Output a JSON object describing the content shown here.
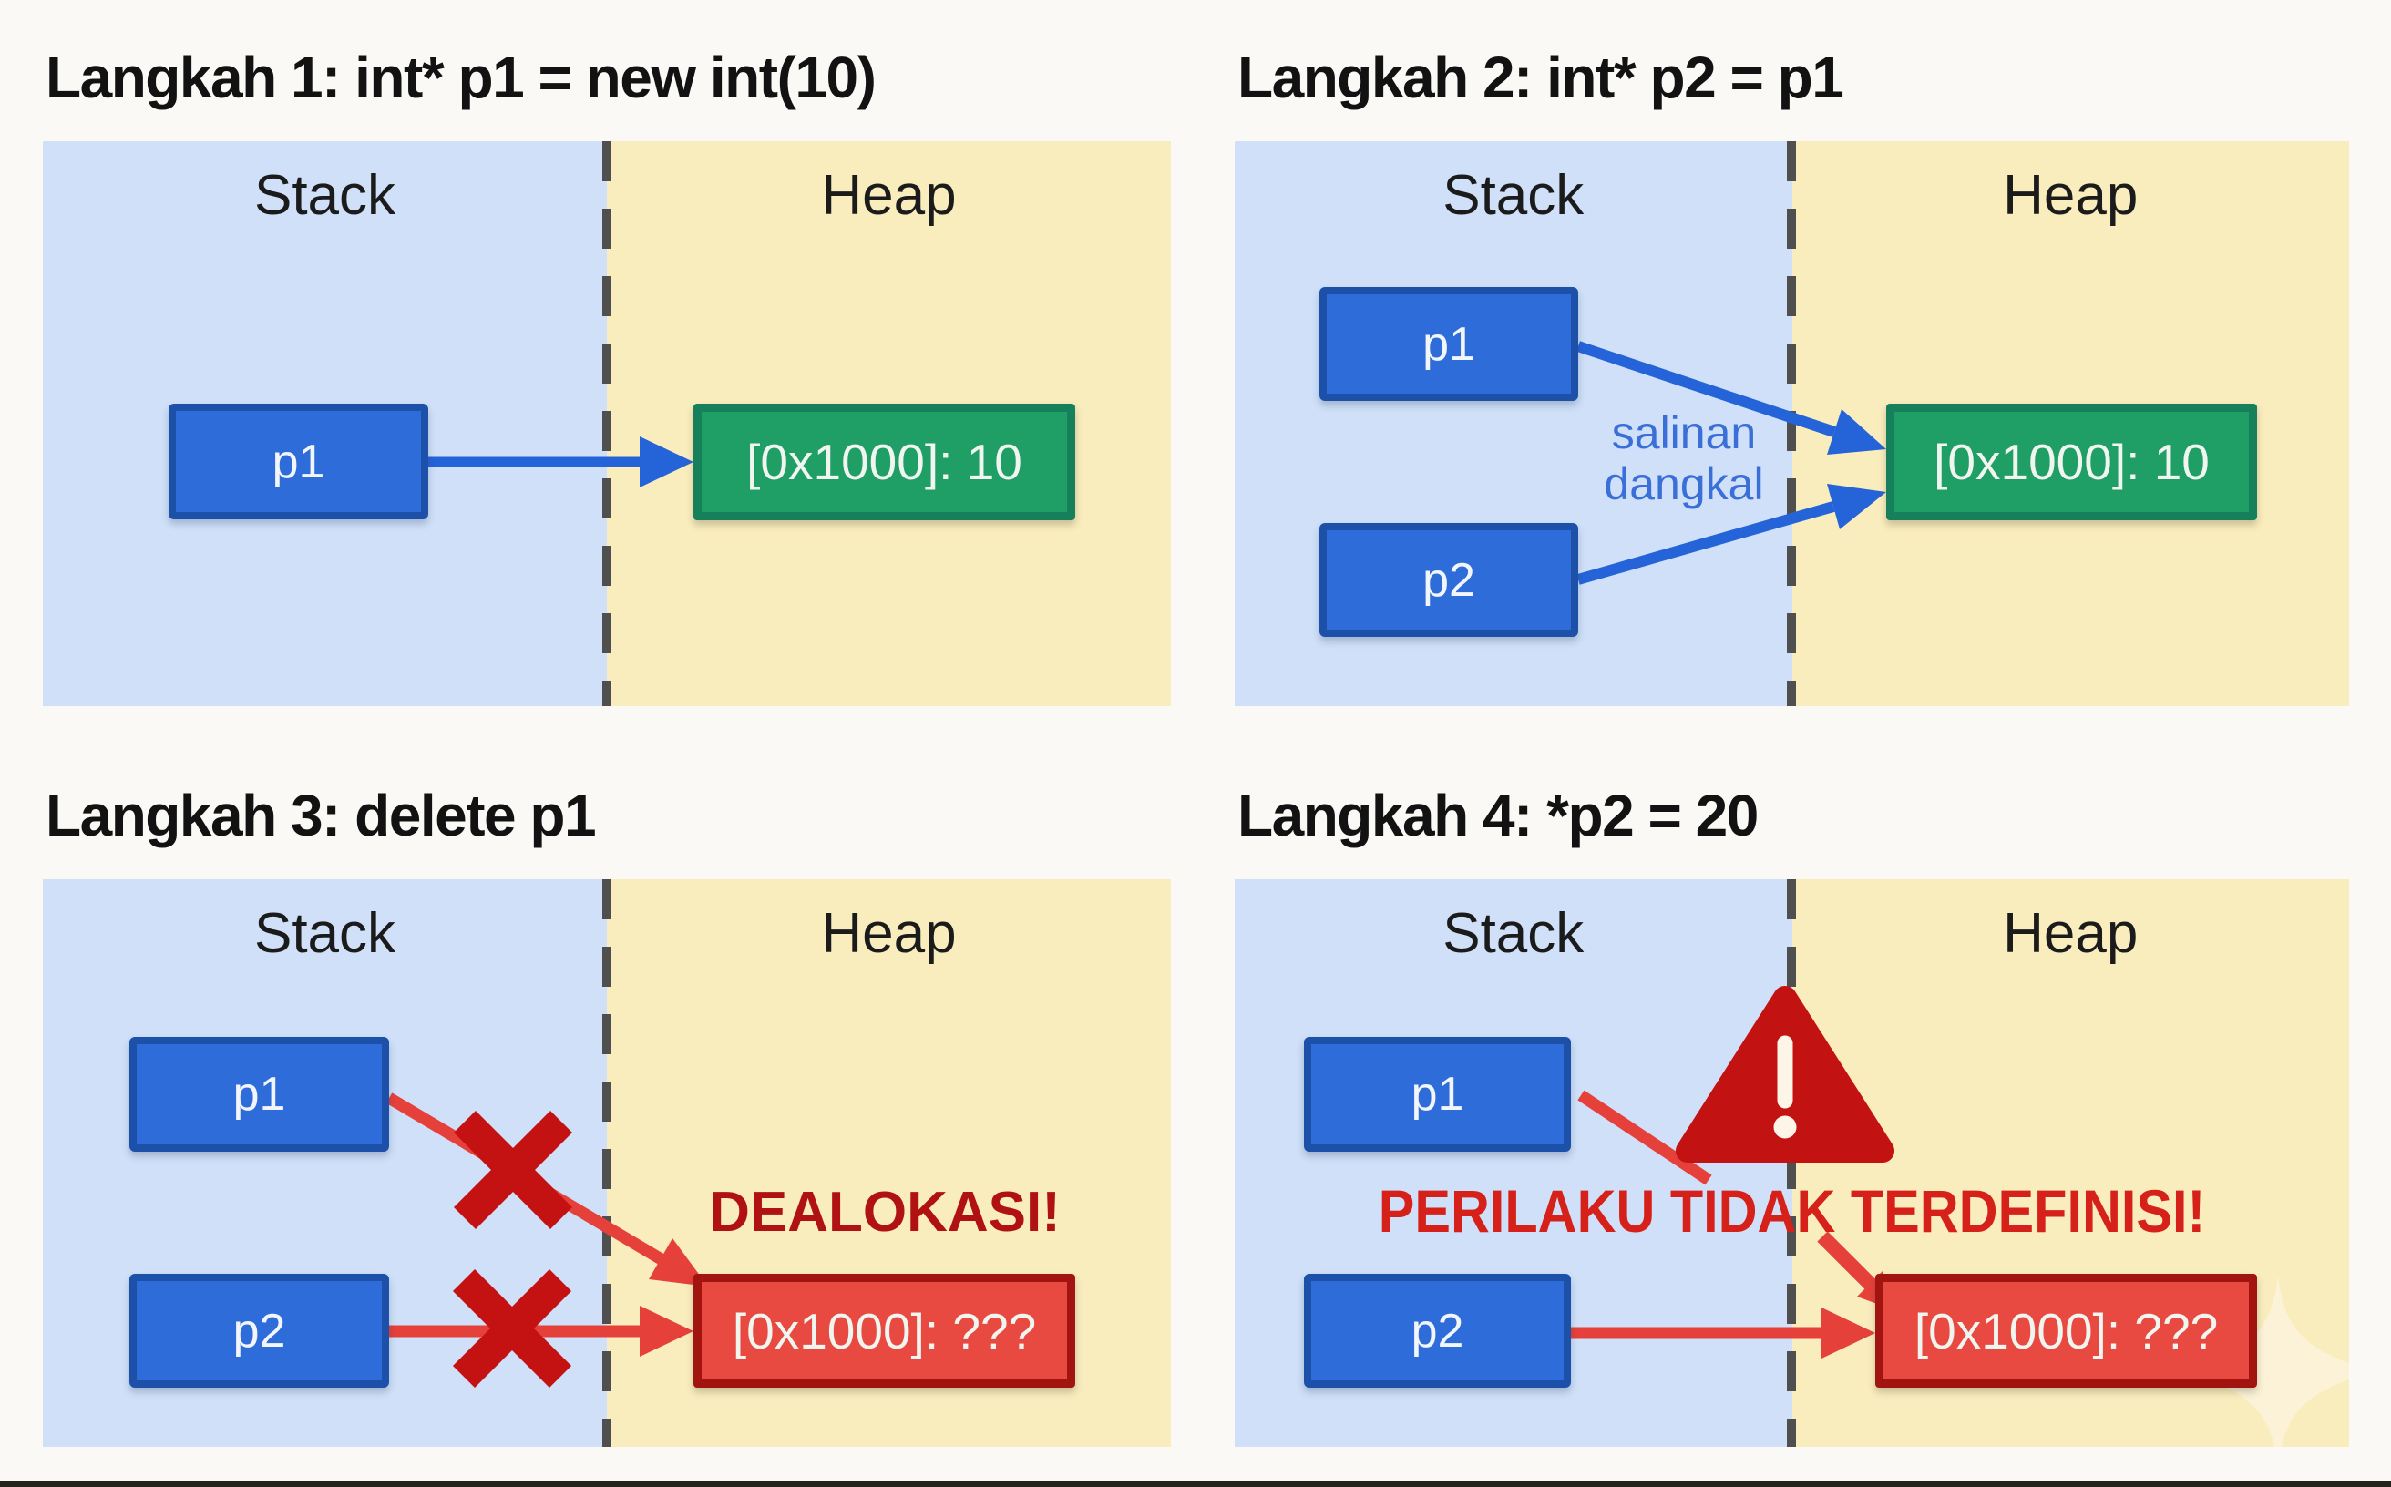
{
  "panels": [
    {
      "title": "Langkah 1: int* p1 = new int(10)",
      "stack_label": "Stack",
      "heap_label": "Heap",
      "pointers": [
        {
          "label": "p1"
        }
      ],
      "heap_box": {
        "label": "[0x1000]: 10",
        "state": "allocated"
      }
    },
    {
      "title": "Langkah 2: int* p2 = p1",
      "stack_label": "Stack",
      "heap_label": "Heap",
      "pointers": [
        {
          "label": "p1"
        },
        {
          "label": "p2"
        }
      ],
      "heap_box": {
        "label": "[0x1000]: 10",
        "state": "allocated"
      },
      "annotation": {
        "line1": "salinan",
        "line2": "dangkal"
      }
    },
    {
      "title": "Langkah 3: delete p1",
      "stack_label": "Stack",
      "heap_label": "Heap",
      "pointers": [
        {
          "label": "p1"
        },
        {
          "label": "p2"
        }
      ],
      "heap_box": {
        "label": "[0x1000]: ???",
        "state": "freed"
      },
      "warning": "DEALOKASI!"
    },
    {
      "title": "Langkah 4: *p2 = 20",
      "stack_label": "Stack",
      "heap_label": "Heap",
      "pointers": [
        {
          "label": "p1"
        },
        {
          "label": "p2"
        }
      ],
      "heap_box": {
        "label": "[0x1000]: ???",
        "state": "freed"
      },
      "warning": "PERILAKU TIDAK TERDEFINISI!"
    }
  ],
  "colors": {
    "stack_bg": "#cfe0f8",
    "heap_bg": "#f9ecbd",
    "pointer_box": "#2e6cda",
    "pointer_box_border": "#1d50a8",
    "heap_allocated": "#1f9e66",
    "heap_allocated_border": "#15805a",
    "heap_freed": "#e84a42",
    "heap_freed_border": "#a21410",
    "arrow_blue": "#2563d9",
    "arrow_red": "#e6403a",
    "x_mark_red": "#c41212",
    "warning_triangle": "#c21212",
    "annotation_blue": "#3b6fd8",
    "dealokasi_text": "#b01111",
    "perilaku_text": "#d6201a",
    "title_text": "#121212"
  }
}
